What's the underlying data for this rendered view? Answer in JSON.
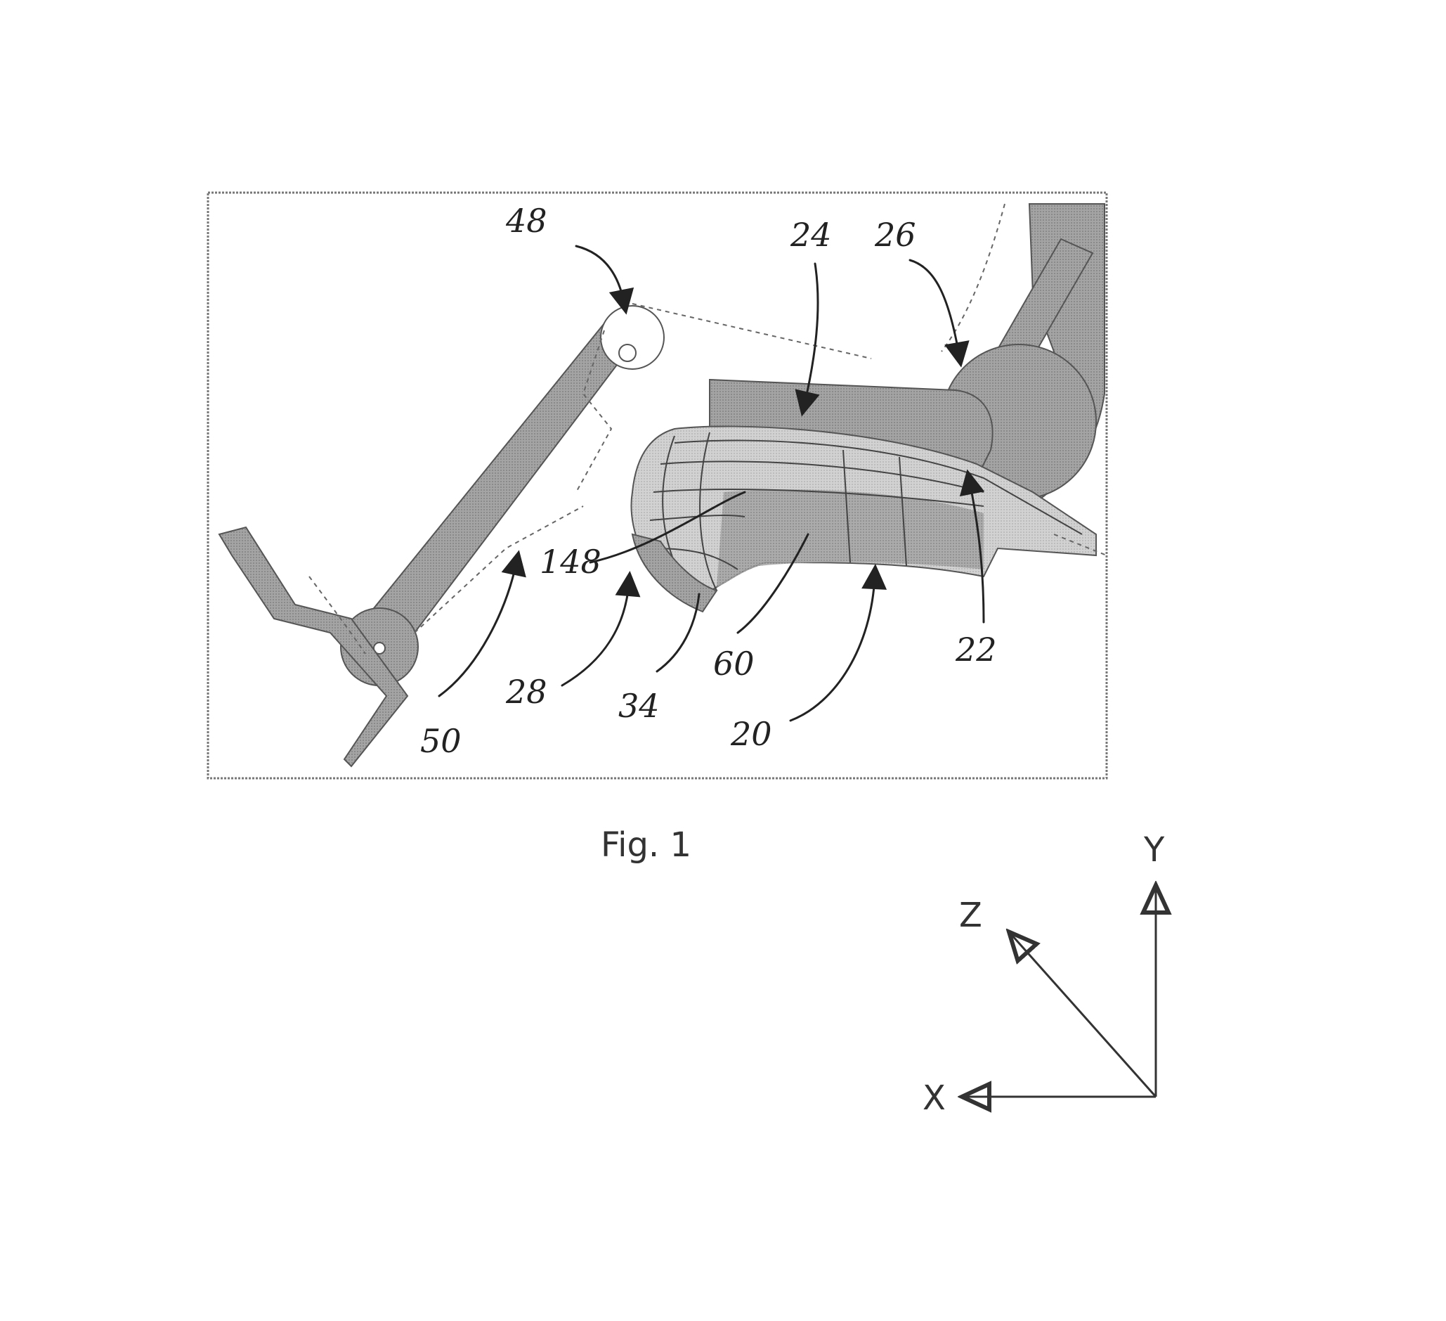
{
  "figure": {
    "caption": "Fig. 1",
    "reference_numerals": {
      "n48": "48",
      "n24": "24",
      "n26": "26",
      "n148": "148",
      "n22": "22",
      "n50": "50",
      "n28": "28",
      "n34": "34",
      "n60": "60",
      "n20": "20"
    }
  },
  "axes": {
    "y_label": "Y",
    "z_label": "Z",
    "x_label": "X"
  }
}
